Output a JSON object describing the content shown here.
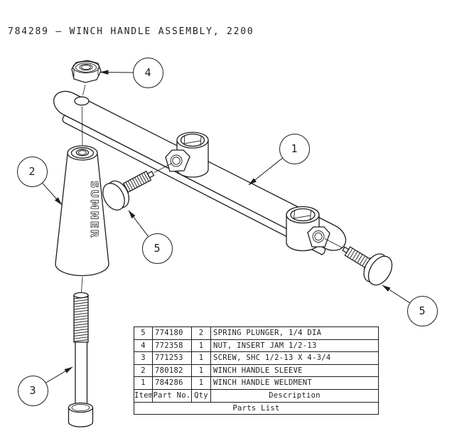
{
  "title": "784289 – WINCH HANDLE ASSEMBLY, 2200",
  "drawing": {
    "sleeve_brand": "SUMNER",
    "balloons": {
      "b1": "1",
      "b2": "2",
      "b3": "3",
      "b4": "4",
      "b5_left": "5",
      "b5_right": "5"
    }
  },
  "parts_list": {
    "caption": "Parts List",
    "headers": {
      "item": "Item",
      "part_no": "Part No.",
      "qty": "Qty",
      "description": "Description"
    },
    "rows": [
      {
        "item": "5",
        "part_no": "774180",
        "qty": "2",
        "description": "SPRING PLUNGER, 1/4 DIA"
      },
      {
        "item": "4",
        "part_no": "772358",
        "qty": "1",
        "description": "NUT, INSERT JAM 1/2-13"
      },
      {
        "item": "3",
        "part_no": "771253",
        "qty": "1",
        "description": "SCREW, SHC 1/2-13 X 4-3/4"
      },
      {
        "item": "2",
        "part_no": "780182",
        "qty": "1",
        "description": "WINCH HANDLE SLEEVE"
      },
      {
        "item": "1",
        "part_no": "784286",
        "qty": "1",
        "description": "WINCH HANDLE WELDMENT"
      }
    ]
  },
  "colors": {
    "line": "#1d1d1d",
    "background": "#ffffff"
  }
}
